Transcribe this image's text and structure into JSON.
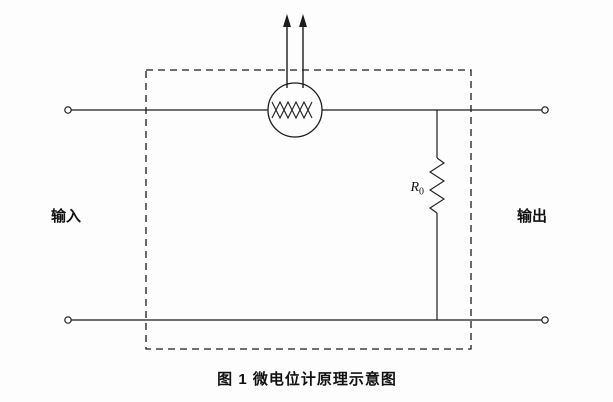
{
  "figure": {
    "input_label": "输入",
    "output_label": "输出",
    "resistor_label": {
      "base": "R",
      "sub": "0"
    },
    "caption": "图 1  微电位计原理示意图"
  },
  "icons": {
    "thermal_detector": "circle-with-zigzag-element",
    "radiation_arrows": "two-upward-arrows"
  },
  "colors": {
    "line": "#1c1c1c",
    "background": "#fdfdfd",
    "text": "#111111"
  }
}
